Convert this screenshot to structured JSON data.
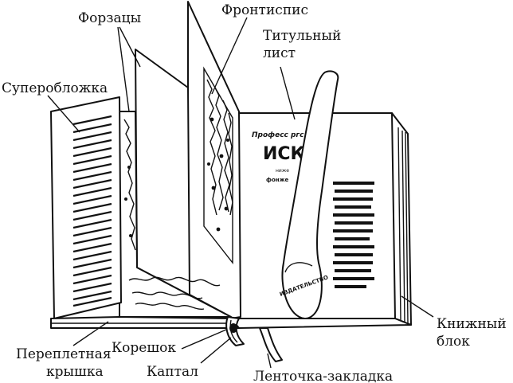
{
  "labels": {
    "forzatsy": "Форзацы",
    "frontispis": "Фронтиспис",
    "titulny_line1": "Титульный",
    "titulny_line2": "лист",
    "supereoblozhka": "Суперобложка",
    "knizhny_line1": "Книжный",
    "knizhny_line2": "блок",
    "pereplet_line1": "Переплетная",
    "pereplet_line2": "крышка",
    "koreshok": "Корешок",
    "kaptal": "Каптал",
    "lentochka": "Ленточка-закладка"
  },
  "title_page_fragments": {
    "top_line": "Професс          ргс пред",
    "big_word": "ИСКУ",
    "small_1": "ниже",
    "small_2": "фонже",
    "curl_text": "ИЗДАТЕЛЬСТВО"
  },
  "colors": {
    "ink": "#111111",
    "paper": "#ffffff"
  }
}
